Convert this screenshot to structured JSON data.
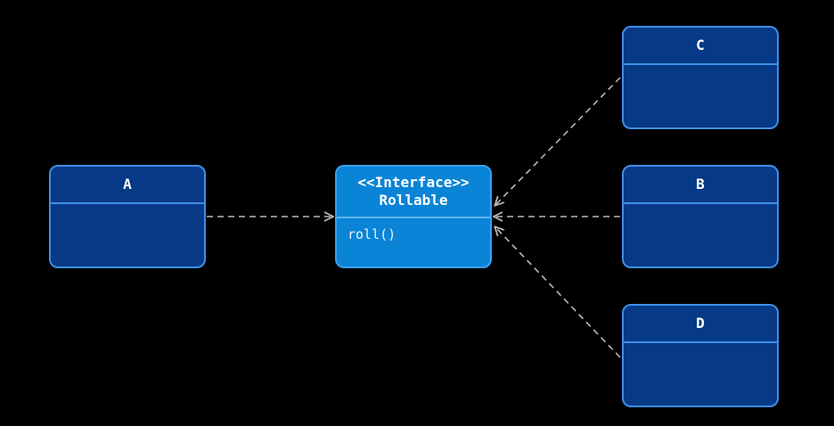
{
  "colors": {
    "background": "#000000",
    "class_fill": "#073a86",
    "class_border": "#3d8fe6",
    "interface_fill": "#0a84d6",
    "edge": "#b9b9b9"
  },
  "nodes": {
    "a": {
      "name": "A"
    },
    "interface": {
      "stereotype": "<<Interface>>",
      "name": "Rollable",
      "method": "roll()"
    },
    "c": {
      "name": "C"
    },
    "b": {
      "name": "B"
    },
    "d": {
      "name": "D"
    }
  }
}
